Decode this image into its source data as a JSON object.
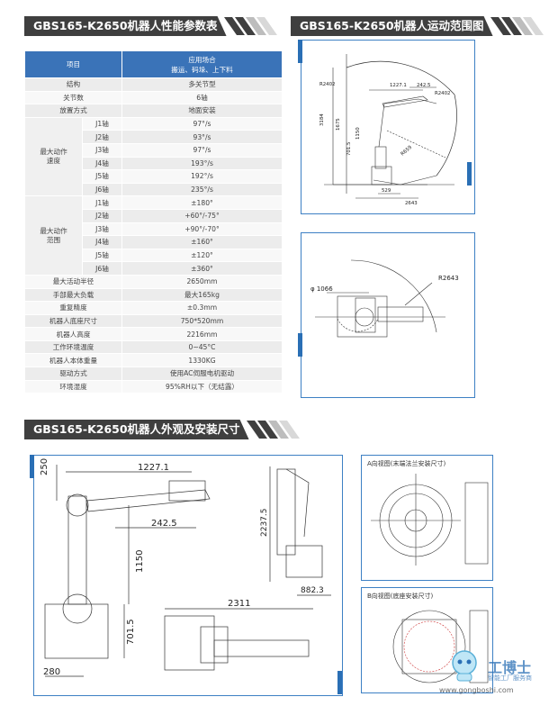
{
  "sections": {
    "specs_title": "GBS165-K2650机器人性能参数表",
    "range_title": "GBS165-K2650机器人运动范围图",
    "outline_title": "GBS165-K2650机器人外观及安装尺寸"
  },
  "table": {
    "head_item": "项目",
    "head_app_line1": "应用场合",
    "head_app_line2": "搬运、码垛、上下料",
    "rows": [
      {
        "label": "结构",
        "value": "多关节型"
      },
      {
        "label": "关节数",
        "value": "6轴"
      },
      {
        "label": "放置方式",
        "value": "地面安装"
      }
    ],
    "speed_group_line1": "最大动作",
    "speed_group_line2": "速度",
    "speed_rows": [
      {
        "axis": "J1轴",
        "value": "97°/s"
      },
      {
        "axis": "J2轴",
        "value": "93°/s"
      },
      {
        "axis": "J3轴",
        "value": "97°/s"
      },
      {
        "axis": "J4轴",
        "value": "193°/s"
      },
      {
        "axis": "J5轴",
        "value": "192°/s"
      },
      {
        "axis": "J6轴",
        "value": "235°/s"
      }
    ],
    "range_group_line1": "最大动作",
    "range_group_line2": "范围",
    "range_rows": [
      {
        "axis": "J1轴",
        "value": "±180°"
      },
      {
        "axis": "J2轴",
        "value": "+60°/-75°"
      },
      {
        "axis": "J3轴",
        "value": "+90°/-70°"
      },
      {
        "axis": "J4轴",
        "value": "±160°"
      },
      {
        "axis": "J5轴",
        "value": "±120°"
      },
      {
        "axis": "J6轴",
        "value": "±360°"
      }
    ],
    "tail_rows": [
      {
        "label": "最大活动半径",
        "value": "2650mm"
      },
      {
        "label": "手部最大负载",
        "value": "最大165kg"
      },
      {
        "label": "重复精度",
        "value": "±0.3mm"
      },
      {
        "label": "机器人底座尺寸",
        "value": "750*520mm"
      },
      {
        "label": "机器人高度",
        "value": "2216mm"
      },
      {
        "label": "工作环境温度",
        "value": "0~45°C"
      },
      {
        "label": "机器人本体重量",
        "value": "1330KG"
      },
      {
        "label": "驱动方式",
        "value": "使用AC伺服电机驱动"
      },
      {
        "label": "环境湿度",
        "value": "95%RH以下（无结露）"
      }
    ]
  },
  "range_top": {
    "dims": [
      "R2402",
      "1227.1",
      "242.5",
      "R2402",
      "3184",
      "1675",
      "701.5",
      "1150",
      "R659",
      "529",
      "2643"
    ]
  },
  "range_plan": {
    "dims": [
      "φ 1066",
      "R2643"
    ]
  },
  "outline": {
    "dims": [
      "250",
      "1227.1",
      "242.5",
      "1150",
      "701.5",
      "280",
      "2237.5",
      "882.3",
      "2311"
    ],
    "view_a": "A向视图(末端法兰安装尺寸)",
    "view_b": "B向视图(底座安装尺寸)"
  },
  "watermark": {
    "name": "工博士",
    "slogan": "智能工厂服务商",
    "url": "www.gongboshi.com"
  },
  "colors": {
    "accent": "#3a73b8",
    "header_bg": "#3f3f3f",
    "frame": "#3d80c4"
  }
}
